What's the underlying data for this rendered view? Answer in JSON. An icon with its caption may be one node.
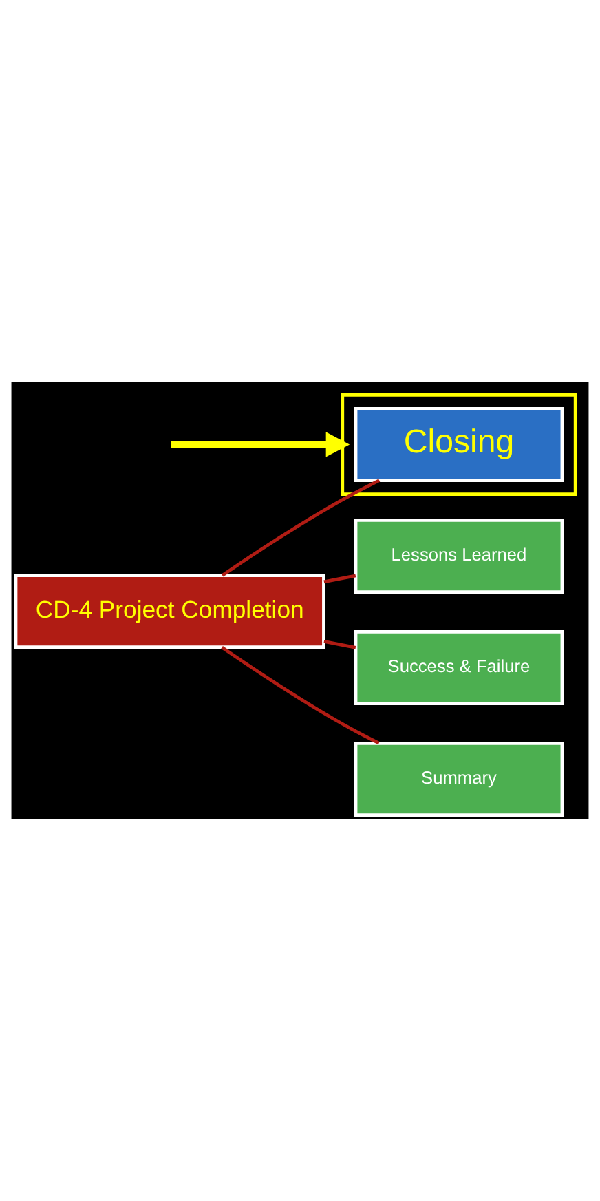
{
  "diagram": {
    "nodes": [
      {
        "text": [
          "CD-4 Project Completion"
        ]
      },
      {
        "text": [],
        "shape": "box"
      },
      {
        "text": [
          "Closing"
        ],
        "in": 1
      },
      {
        "text": [
          "Lessons Learned"
        ]
      },
      {
        "text": [
          "Success & Failure"
        ]
      },
      {
        "text": [
          "Summary"
        ]
      }
    ],
    "edges": [
      {
        "from": 0,
        "to": 2,
        "arrow": "none"
      },
      {
        "from": 0,
        "to": 3,
        "arrow": "none"
      },
      {
        "from": 0,
        "to": 4,
        "arrow": "none"
      },
      {
        "from": 0,
        "to": 5,
        "arrow": "none"
      },
      {
        "from": null,
        "to": 1,
        "arrow": "to",
        "style": "thick",
        "color": "#ffff00"
      }
    ]
  }
}
